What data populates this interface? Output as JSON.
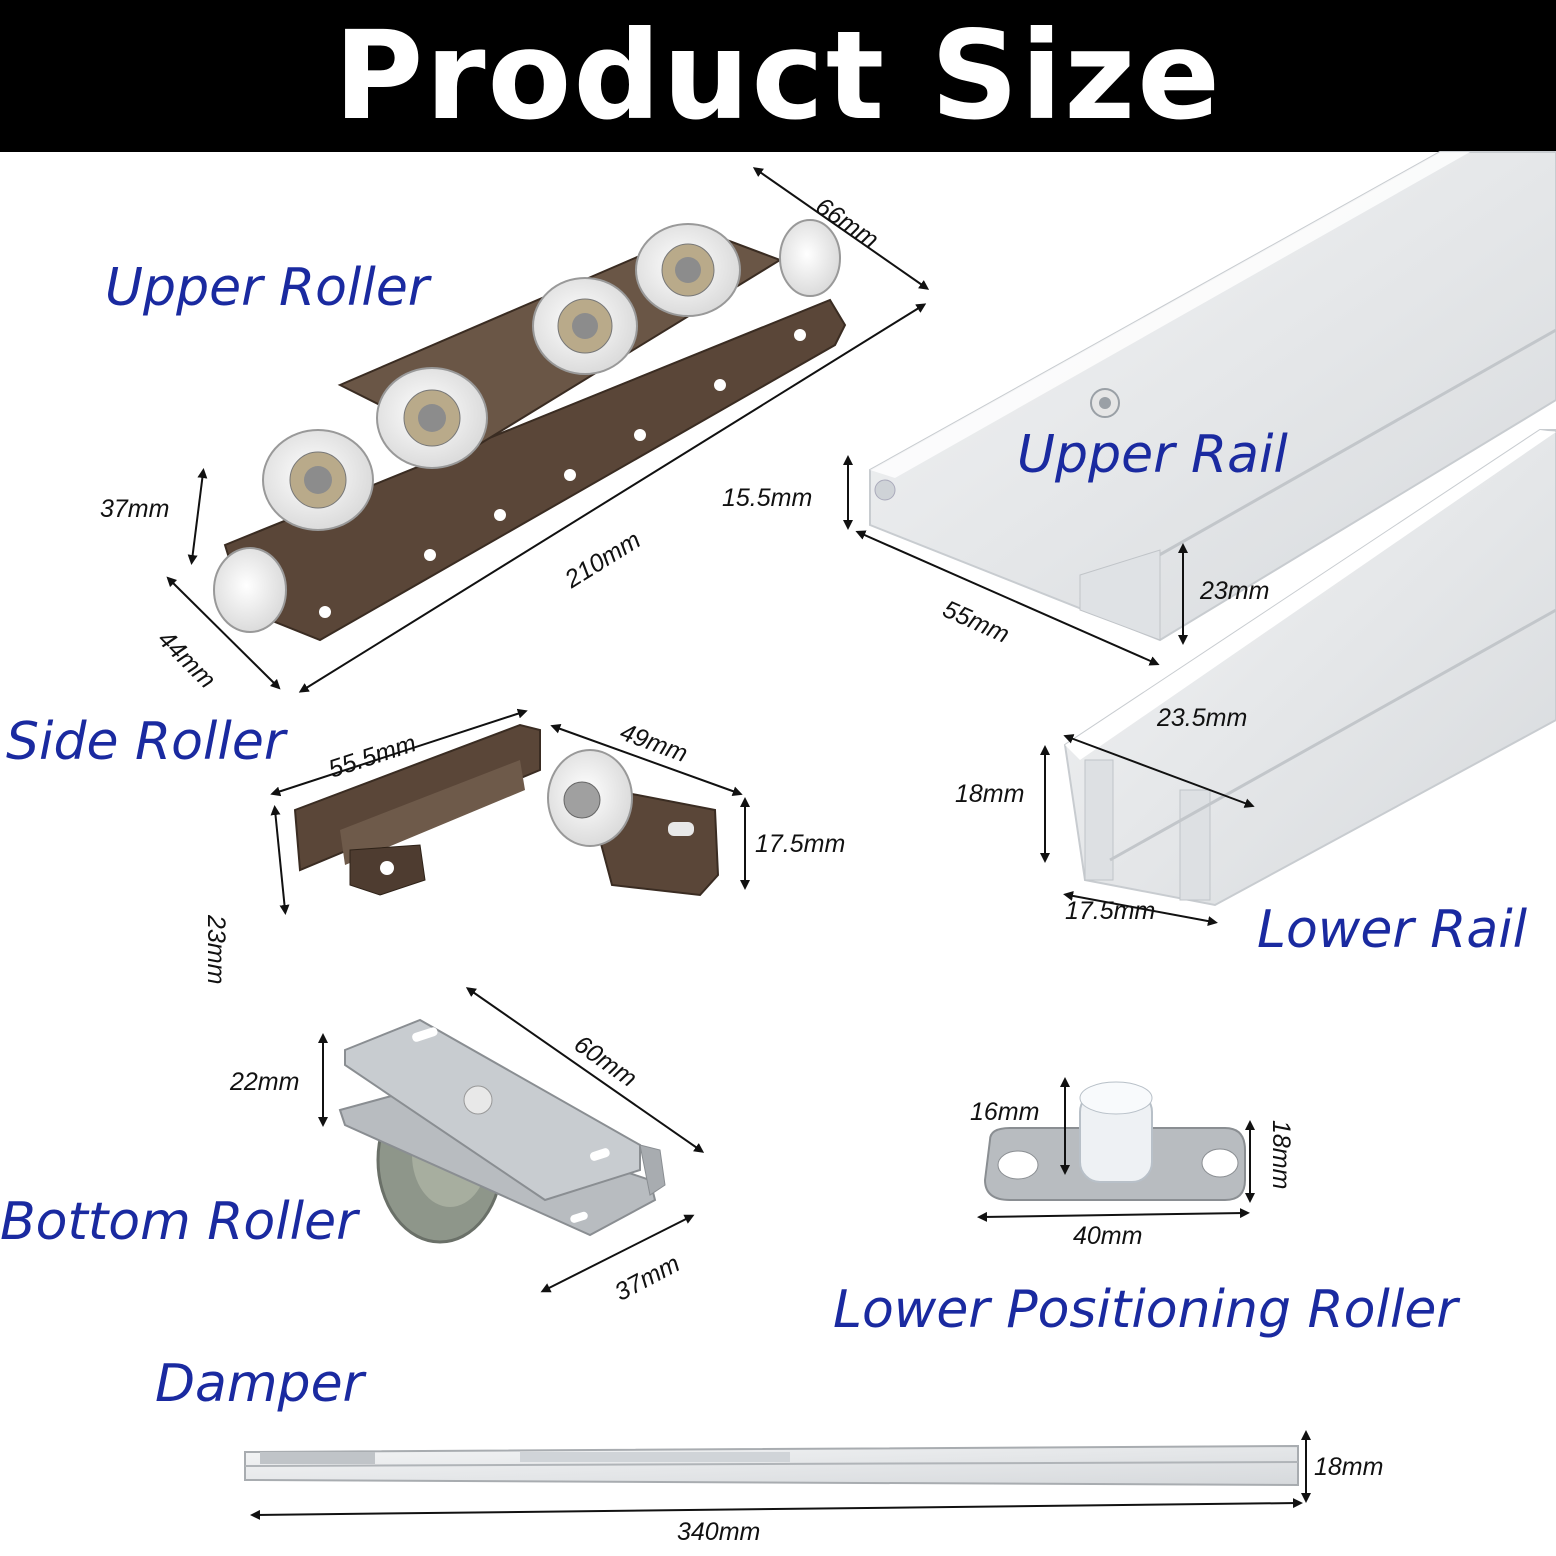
{
  "banner": {
    "title": "Product Size"
  },
  "parts": {
    "upper_roller": {
      "name": "Upper Roller",
      "dims": [
        "66mm",
        "37mm",
        "210mm",
        "44mm"
      ]
    },
    "upper_rail": {
      "name": "Upper Rail",
      "dims": [
        "15.5mm",
        "55mm",
        "23mm"
      ]
    },
    "side_roller": {
      "name": "Side Roller",
      "dims": [
        "55.5mm",
        "49mm",
        "23mm",
        "17.5mm"
      ]
    },
    "lower_rail": {
      "name": "Lower Rail",
      "dims": [
        "23.5mm",
        "18mm",
        "17.5mm"
      ]
    },
    "bottom_roller": {
      "name": "Bottom Roller",
      "dims": [
        "22mm",
        "60mm",
        "37mm"
      ]
    },
    "lower_positioning_roller": {
      "name": "Lower Positioning Roller",
      "dims": [
        "16mm",
        "18mm",
        "40mm"
      ]
    },
    "damper": {
      "name": "Damper",
      "dims": [
        "18mm",
        "340mm"
      ]
    }
  },
  "colors": {
    "label": "#1a2aa0",
    "banner": "#000000",
    "bracket": "#5a4638",
    "rail": "#e6e8ea"
  }
}
